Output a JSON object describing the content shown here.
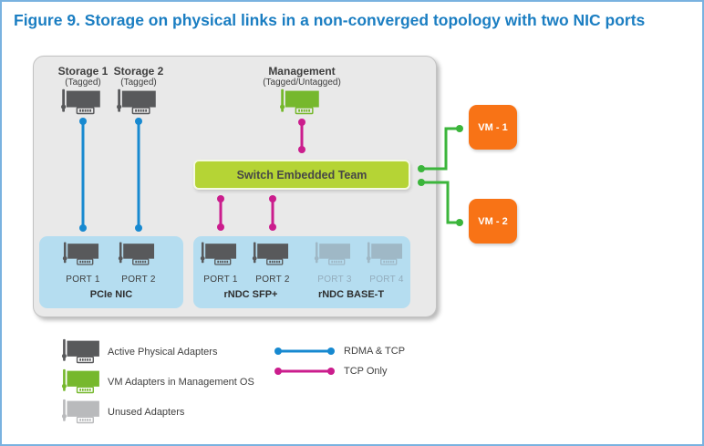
{
  "figure": {
    "title": "Figure 9. Storage on physical links in a non-converged topology with two NIC ports"
  },
  "nodes": {
    "storage1": {
      "name": "Storage 1",
      "tag": "(Tagged)"
    },
    "storage2": {
      "name": "Storage 2",
      "tag": "(Tagged)"
    },
    "management": {
      "name": "Management",
      "tag": "(Tagged/Untagged)"
    }
  },
  "switch_team": {
    "label": "Switch Embedded Team"
  },
  "vms": {
    "vm1": "VM - 1",
    "vm2": "VM - 2"
  },
  "nics": {
    "pcie": {
      "group_label": "PCIe NIC",
      "port1": "PORT 1",
      "port2": "PORT 2"
    },
    "rndc_sfp": {
      "group_label": "rNDC SFP+",
      "port1": "PORT 1",
      "port2": "PORT 2"
    },
    "rndc_baset": {
      "group_label": "rNDC BASE-T",
      "port3": "PORT 3",
      "port4": "PORT 4"
    }
  },
  "legend": {
    "active_adapters": "Active Physical Adapters",
    "vm_adapters": "VM Adapters in Management OS",
    "unused_adapters": "Unused Adapters",
    "rdma_tcp": "RDMA & TCP",
    "tcp_only": "TCP Only"
  },
  "colors": {
    "title-blue": "#1b7ec2",
    "frame-blue": "#79b2e0",
    "line-blue": "#1789d0",
    "line-magenta": "#cb1d8d",
    "line-green": "#3bb53b",
    "adapter-dark": "#58595b",
    "adapter-green": "#76b82d",
    "adapter-gray": "#b9babc",
    "adapter-unused": "#9fb8c6",
    "switch-green": "#b5d435",
    "vm-orange": "#f87316",
    "box-blue": "#b5ddf0",
    "panel-gray": "#e9e9e9"
  }
}
